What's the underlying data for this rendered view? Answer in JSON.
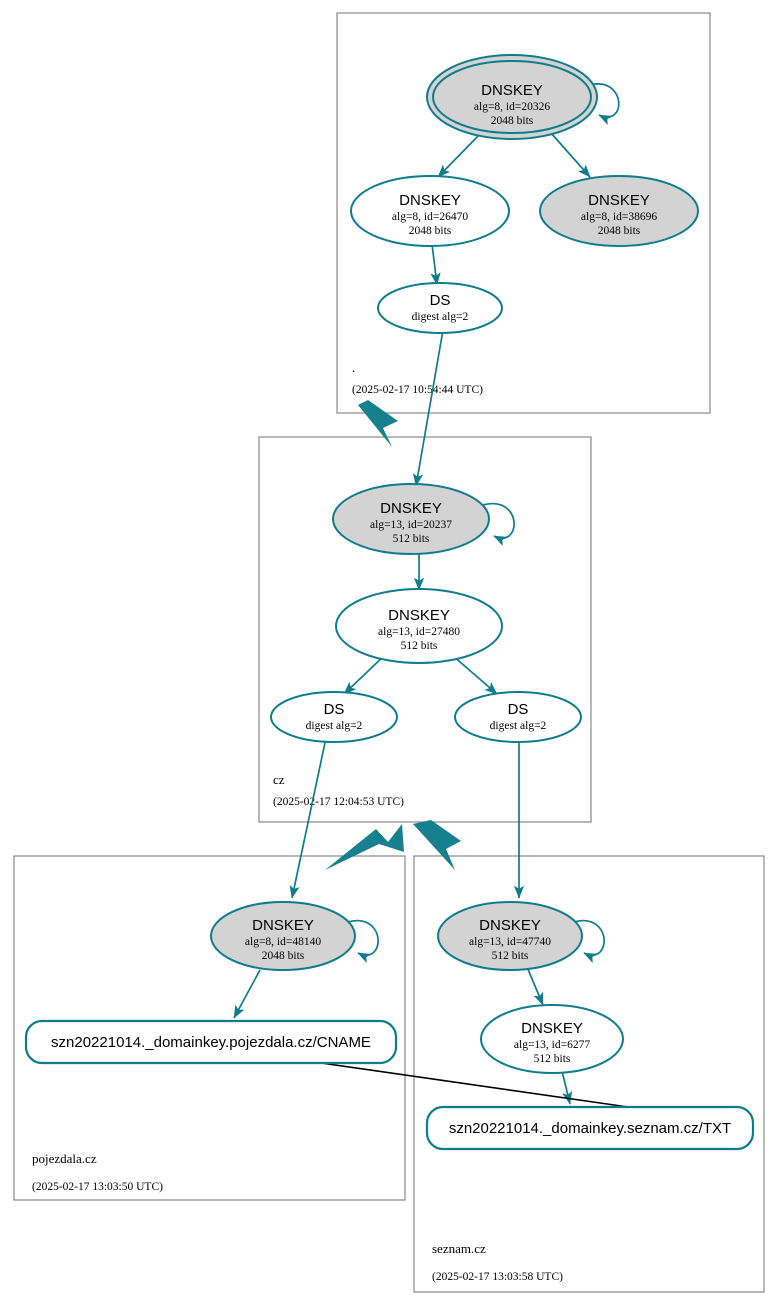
{
  "graph": {
    "type": "dnssec-authentication-chain",
    "colors": {
      "edge_teal": "#0e7c8c",
      "node_stroke": "#0e7c8c",
      "secure_key_fill": "#d3d3d3",
      "plain_fill": "#ffffff",
      "zone_border": "#888888",
      "cname_pointer": "#000000",
      "background": "#ffffff"
    },
    "zones": [
      {
        "id": "root",
        "name": ".",
        "timestamp": "(2025-02-17 10:54:44 UTC)",
        "nodes": [
          {
            "id": "root-ksk",
            "kind": "DNSKEY",
            "title": "DNSKEY",
            "line1": "alg=8, id=20326",
            "line2": "2048 bits",
            "alg": 8,
            "key_id": 20326,
            "bits": 2048,
            "fill": "grey",
            "trust_anchor": true,
            "self_signed": true
          },
          {
            "id": "root-zsk-26470",
            "kind": "DNSKEY",
            "title": "DNSKEY",
            "line1": "alg=8, id=26470",
            "line2": "2048 bits",
            "alg": 8,
            "key_id": 26470,
            "bits": 2048,
            "fill": "white",
            "trust_anchor": false,
            "self_signed": false
          },
          {
            "id": "root-zsk-38696",
            "kind": "DNSKEY",
            "title": "DNSKEY",
            "line1": "alg=8, id=38696",
            "line2": "2048 bits",
            "alg": 8,
            "key_id": 38696,
            "bits": 2048,
            "fill": "grey",
            "trust_anchor": false,
            "self_signed": false
          },
          {
            "id": "root-ds-cz",
            "kind": "DS",
            "title": "DS",
            "line1": "digest alg=2",
            "line2": "",
            "digest_alg": 2,
            "fill": "white"
          }
        ]
      },
      {
        "id": "cz",
        "name": "cz",
        "timestamp": "(2025-02-17 12:04:53 UTC)",
        "nodes": [
          {
            "id": "cz-ksk",
            "kind": "DNSKEY",
            "title": "DNSKEY",
            "line1": "alg=13, id=20237",
            "line2": "512 bits",
            "alg": 13,
            "key_id": 20237,
            "bits": 512,
            "fill": "grey",
            "trust_anchor": false,
            "self_signed": true
          },
          {
            "id": "cz-zsk",
            "kind": "DNSKEY",
            "title": "DNSKEY",
            "line1": "alg=13, id=27480",
            "line2": "512 bits",
            "alg": 13,
            "key_id": 27480,
            "bits": 512,
            "fill": "white",
            "trust_anchor": false,
            "self_signed": false
          },
          {
            "id": "cz-ds-pojezdala",
            "kind": "DS",
            "title": "DS",
            "line1": "digest alg=2",
            "line2": "",
            "digest_alg": 2,
            "fill": "white"
          },
          {
            "id": "cz-ds-seznam",
            "kind": "DS",
            "title": "DS",
            "line1": "digest alg=2",
            "line2": "",
            "digest_alg": 2,
            "fill": "white"
          }
        ]
      },
      {
        "id": "pojezdala",
        "name": "pojezdala.cz",
        "timestamp": "(2025-02-17 13:03:50 UTC)",
        "nodes": [
          {
            "id": "pojezdala-ksk",
            "kind": "DNSKEY",
            "title": "DNSKEY",
            "line1": "alg=8, id=48140",
            "line2": "2048 bits",
            "alg": 8,
            "key_id": 48140,
            "bits": 2048,
            "fill": "grey",
            "trust_anchor": false,
            "self_signed": true
          },
          {
            "id": "pojezdala-cname",
            "kind": "RRset",
            "label": "szn20221014._domainkey.pojezdala.cz/CNAME",
            "rrtype": "CNAME"
          }
        ]
      },
      {
        "id": "seznam",
        "name": "seznam.cz",
        "timestamp": "(2025-02-17 13:03:58 UTC)",
        "nodes": [
          {
            "id": "seznam-ksk",
            "kind": "DNSKEY",
            "title": "DNSKEY",
            "line1": "alg=13, id=47740",
            "line2": "512 bits",
            "alg": 13,
            "key_id": 47740,
            "bits": 512,
            "fill": "grey",
            "trust_anchor": false,
            "self_signed": true
          },
          {
            "id": "seznam-zsk",
            "kind": "DNSKEY",
            "title": "DNSKEY",
            "line1": "alg=13, id=6277",
            "line2": "512 bits",
            "alg": 13,
            "key_id": 6277,
            "bits": 512,
            "fill": "white",
            "trust_anchor": false,
            "self_signed": false
          },
          {
            "id": "seznam-txt",
            "kind": "RRset",
            "label": "szn20221014._domainkey.seznam.cz/TXT",
            "rrtype": "TXT"
          }
        ]
      }
    ],
    "edges": [
      {
        "from": "root-ksk",
        "to": "root-ksk",
        "style": "self-loop",
        "color": "teal"
      },
      {
        "from": "root-ksk",
        "to": "root-zsk-26470",
        "style": "signs",
        "color": "teal"
      },
      {
        "from": "root-ksk",
        "to": "root-zsk-38696",
        "style": "signs",
        "color": "teal"
      },
      {
        "from": "root-zsk-26470",
        "to": "root-ds-cz",
        "style": "signs",
        "color": "teal"
      },
      {
        "from": "root-ds-cz",
        "to": "cz-ksk",
        "style": "delegation",
        "color": "teal"
      },
      {
        "from": "cz-ksk",
        "to": "cz-ksk",
        "style": "self-loop",
        "color": "teal"
      },
      {
        "from": "cz-ksk",
        "to": "cz-zsk",
        "style": "signs",
        "color": "teal"
      },
      {
        "from": "cz-zsk",
        "to": "cz-ds-pojezdala",
        "style": "signs",
        "color": "teal"
      },
      {
        "from": "cz-zsk",
        "to": "cz-ds-seznam",
        "style": "signs",
        "color": "teal"
      },
      {
        "from": "cz-ds-pojezdala",
        "to": "pojezdala-ksk",
        "style": "delegation",
        "color": "teal"
      },
      {
        "from": "cz-ds-seznam",
        "to": "seznam-ksk",
        "style": "delegation",
        "color": "teal"
      },
      {
        "from": "pojezdala-ksk",
        "to": "pojezdala-ksk",
        "style": "self-loop",
        "color": "teal"
      },
      {
        "from": "pojezdala-ksk",
        "to": "pojezdala-cname",
        "style": "signs",
        "color": "teal"
      },
      {
        "from": "seznam-ksk",
        "to": "seznam-ksk",
        "style": "self-loop",
        "color": "teal"
      },
      {
        "from": "seznam-ksk",
        "to": "seznam-zsk",
        "style": "signs",
        "color": "teal"
      },
      {
        "from": "seznam-zsk",
        "to": "seznam-txt",
        "style": "signs",
        "color": "teal"
      },
      {
        "from": "pojezdala-cname",
        "to": "seznam-txt",
        "style": "alias",
        "color": "black"
      }
    ]
  }
}
